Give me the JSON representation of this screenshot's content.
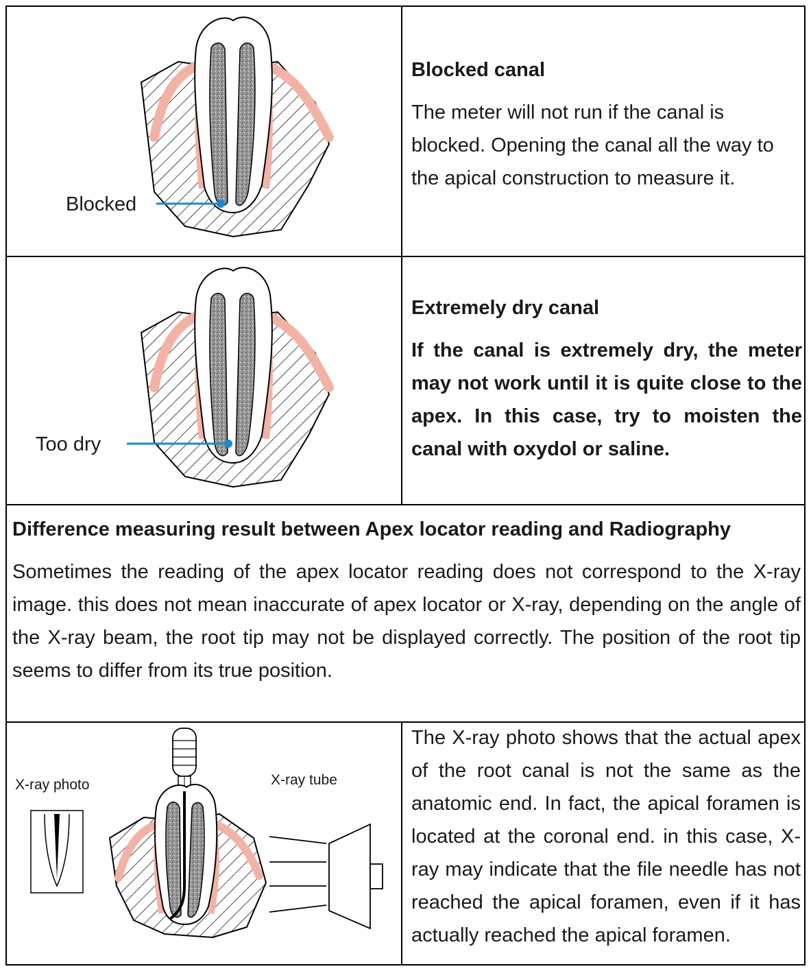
{
  "blocked": {
    "label": "Blocked",
    "title": "Blocked canal",
    "body": "The meter will not run if the canal is blocked. Opening the canal all the way to the apical construction to measure it."
  },
  "dry": {
    "label": "Too dry",
    "title": "Extremely dry canal",
    "body": "If the canal is extremely dry, the meter may not work until it is quite close to the apex. In this case, try to moisten the canal with oxydol or saline."
  },
  "difference": {
    "title": "Difference measuring result between Apex locator reading and Radiography",
    "body": "Sometimes the reading of the apex locator reading does not correspond to the X-ray image. this does not mean inaccurate of apex locator or X-ray, depending on the angle of the X-ray beam, the root tip may not be displayed correctly. The position of the root tip seems to differ from its true position."
  },
  "xray": {
    "photo_label": "X-ray photo",
    "tube_label": "X-ray tube",
    "body": "The X-ray photo shows that the actual apex of the root canal is not the same as the anatomic end. In fact, the apical foramen is located at the coronal end. in this case, X-ray may indicate that the file needle has not reached the apical foramen, even if it has actually reached the apical foramen."
  },
  "colors": {
    "gum": "#f2b3a6",
    "marker": "#1e88c8",
    "pulp": "#8c8c8c",
    "line": "#000000"
  }
}
